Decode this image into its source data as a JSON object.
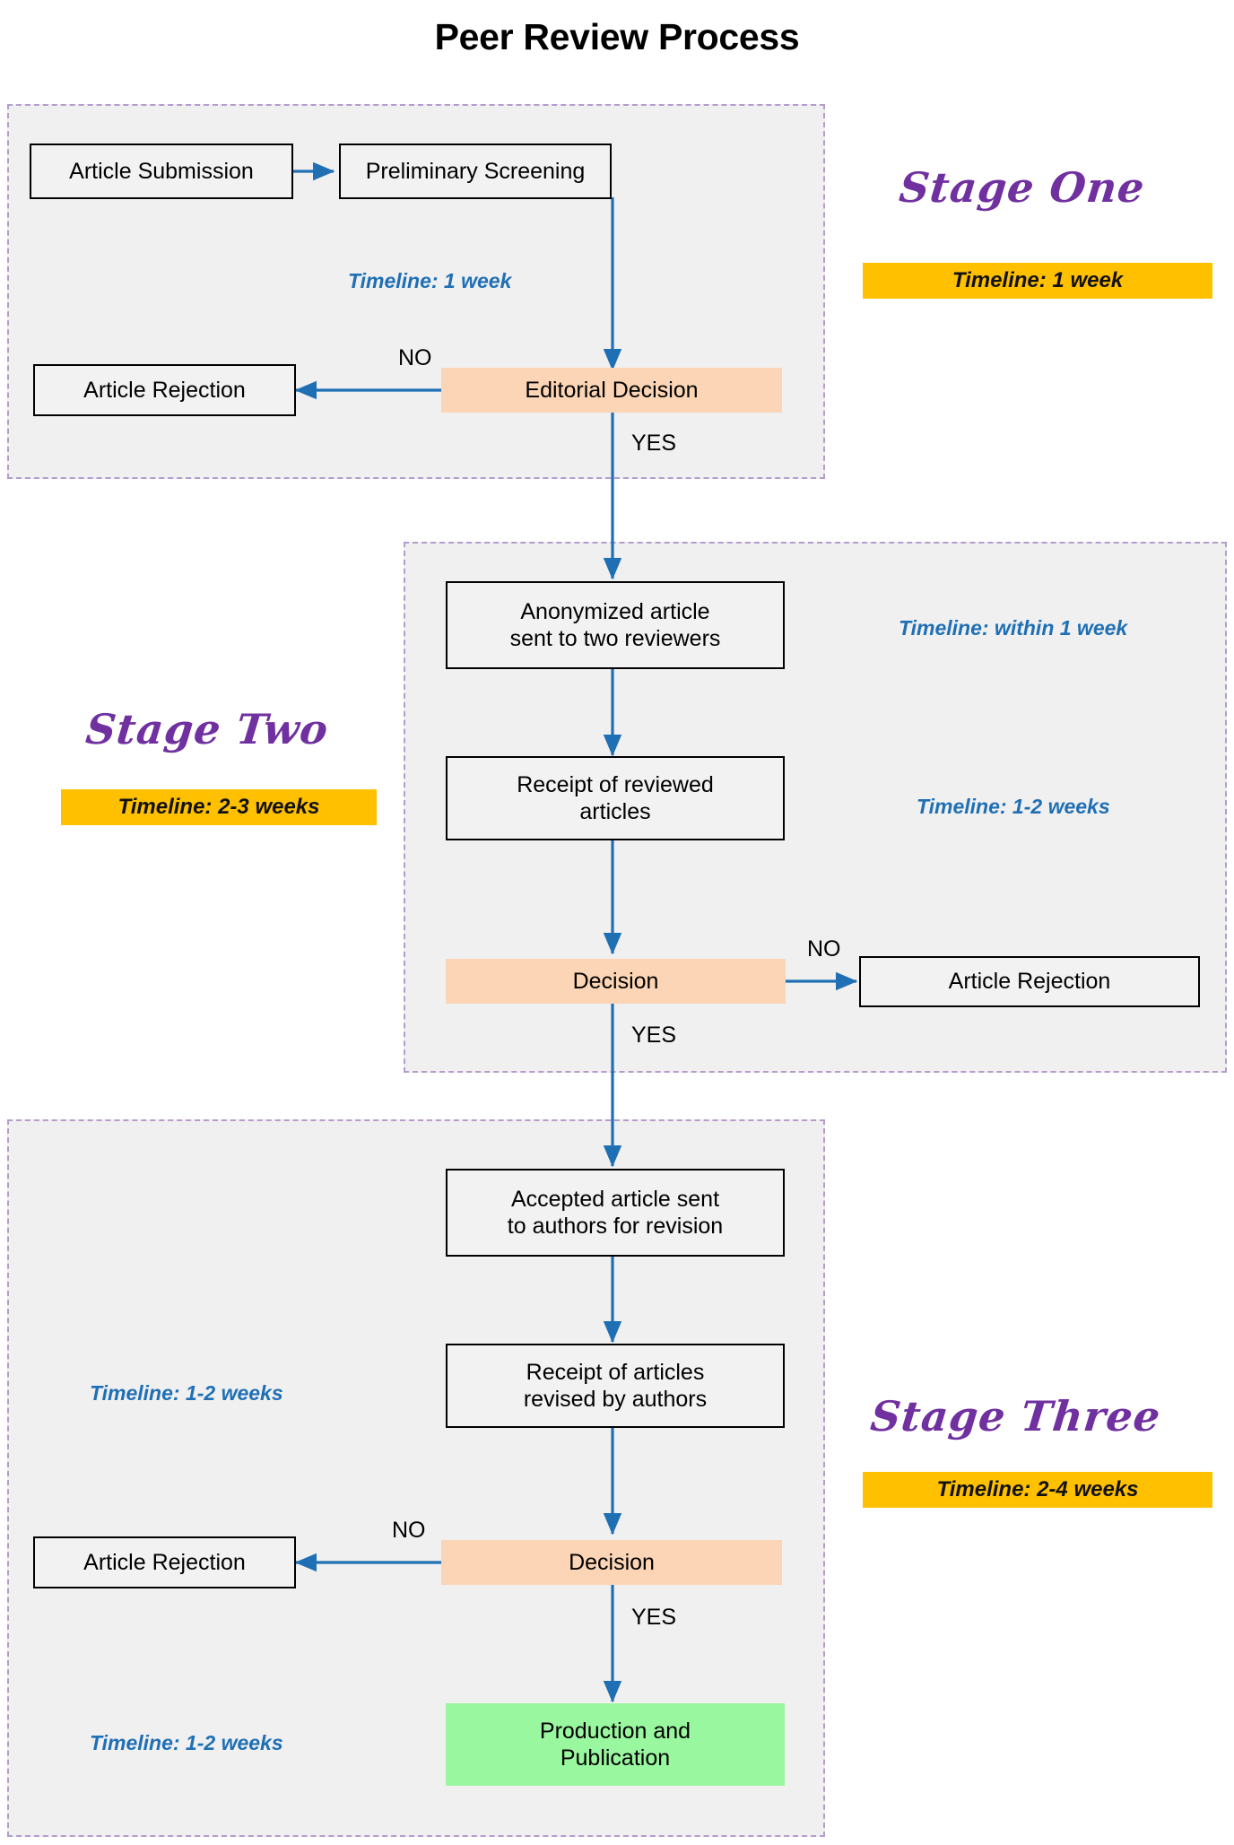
{
  "title": "Peer Review Process",
  "colors": {
    "accent_arrow": "#1f6fb4",
    "stage_border": "#b49ccd",
    "stage_fill": "#f0f0f0",
    "node_fill": "#f2f2f2",
    "decision_fill": "#fbd5b5",
    "publish_fill": "#99f79f",
    "badge_fill": "#ffc000",
    "stage_label": "#7030a0",
    "timeline_text": "#1f6fb4"
  },
  "stage_one": {
    "name": "Stage One",
    "badge": "Timeline: 1 week",
    "nodes": {
      "submission": "Article Submission",
      "screening": "Preliminary Screening",
      "rejection": "Article Rejection",
      "decision": "Editorial Decision"
    },
    "timeline_inline": "Timeline: 1 week",
    "edges": {
      "no": "NO",
      "yes": "YES"
    }
  },
  "stage_two": {
    "name": "Stage Two",
    "badge": "Timeline: 2-3 weeks",
    "nodes": {
      "anonymized": "Anonymized article sent to two reviewers",
      "anonymized_line1": "Anonymized article",
      "anonymized_line2": "sent to two reviewers",
      "receipt_line1": "Receipt of reviewed",
      "receipt_line2": "articles",
      "decision": "Decision",
      "rejection": "Article Rejection"
    },
    "timeline_inline_1": "Timeline: within 1 week",
    "timeline_inline_2": "Timeline: 1-2 weeks",
    "edges": {
      "no": "NO",
      "yes": "YES"
    }
  },
  "stage_three": {
    "name": "Stage Three",
    "badge": "Timeline: 2-4 weeks",
    "nodes": {
      "accepted_line1": "Accepted article sent",
      "accepted_line2": "to authors for revision",
      "revised_line1": "Receipt of articles",
      "revised_line2": "revised by authors",
      "decision": "Decision",
      "rejection": "Article Rejection",
      "publication_line1": "Production and",
      "publication_line2": "Publication"
    },
    "timeline_inline_1": "Timeline: 1-2 weeks",
    "timeline_inline_2": "Timeline: 1-2 weeks",
    "edges": {
      "no": "NO",
      "yes": "YES"
    }
  }
}
